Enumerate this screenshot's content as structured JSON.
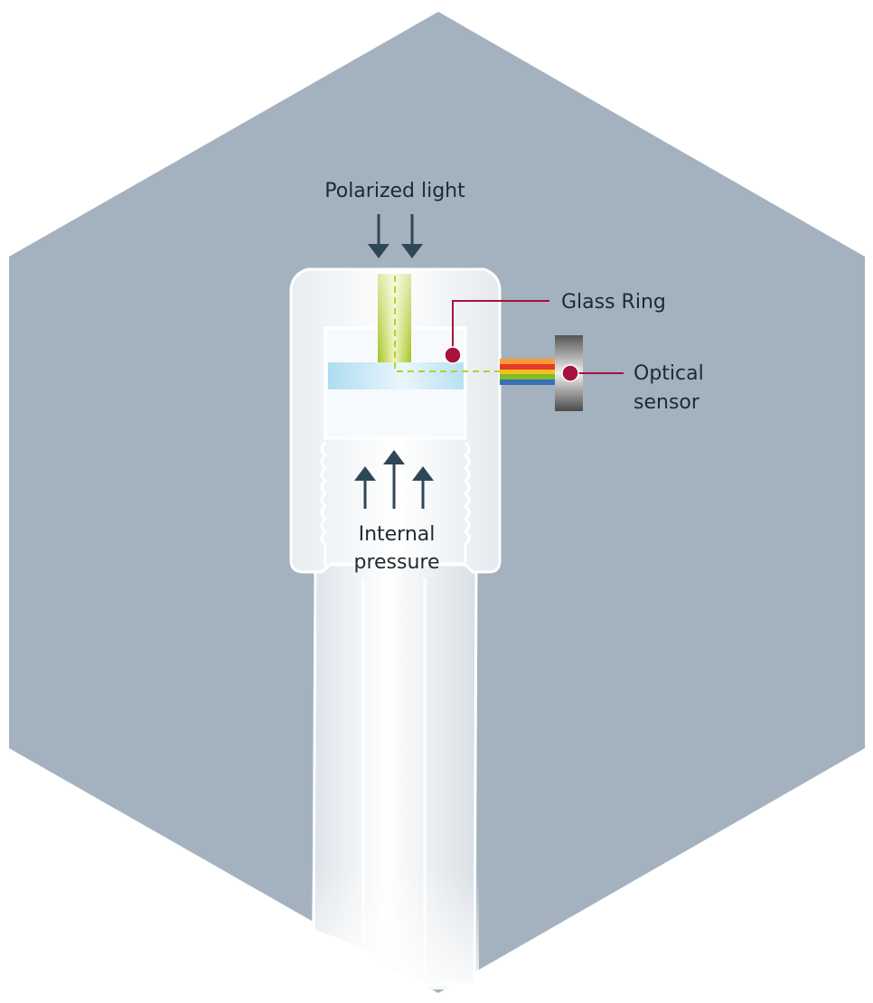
{
  "diagram": {
    "labels": {
      "polarized_light": "Polarized light",
      "glass_ring": "Glass Ring",
      "optical_sensor_line1": "Optical",
      "optical_sensor_line2": "sensor",
      "internal_pressure_line1": "Internal",
      "internal_pressure_line2": "pressure"
    },
    "colors": {
      "hexagon_background": "#a4b2bf",
      "fitting_body": "#f3f6f9",
      "fitting_outline": "#ffffff",
      "arrow": "#2e4756",
      "glass_disc": "#bfe3f4",
      "light_beam": "#b5cf34",
      "marker_dot": "#a8123c",
      "leader_line": "#a8123c",
      "sensor_body": "#6a6a6a",
      "spectrum": [
        "#ff9933",
        "#e53a2b",
        "#f2c21b",
        "#7fbd2a",
        "#3b6fb6"
      ]
    }
  }
}
